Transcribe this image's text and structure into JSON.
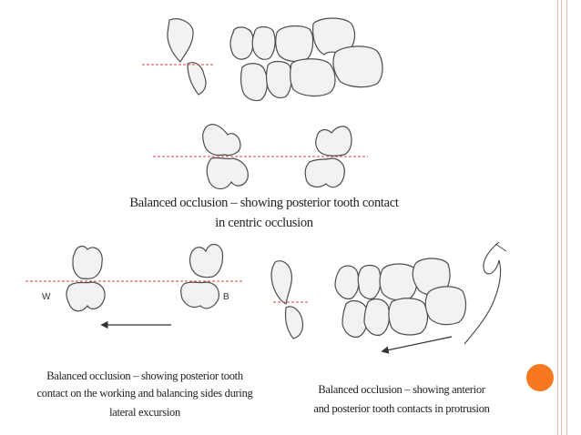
{
  "labels": {
    "working_side": "W",
    "balancing_side": "B"
  },
  "captions": {
    "centric_line1": "Balanced occlusion – showing posterior tooth contact",
    "centric_line2": "in centric occlusion",
    "lateral_line1": "Balanced occlusion – showing posterior tooth",
    "lateral_line2": "contact on the working and balancing sides during",
    "lateral_line3": "lateral excursion",
    "protrusion_line1": "Balanced occlusion – showing anterior",
    "protrusion_line2": "and posterior tooth contacts in protrusion"
  },
  "colors": {
    "accent_dot": "#f7781e",
    "frame_line": "#f2b8a8",
    "dashed_line": "#d8443a"
  }
}
